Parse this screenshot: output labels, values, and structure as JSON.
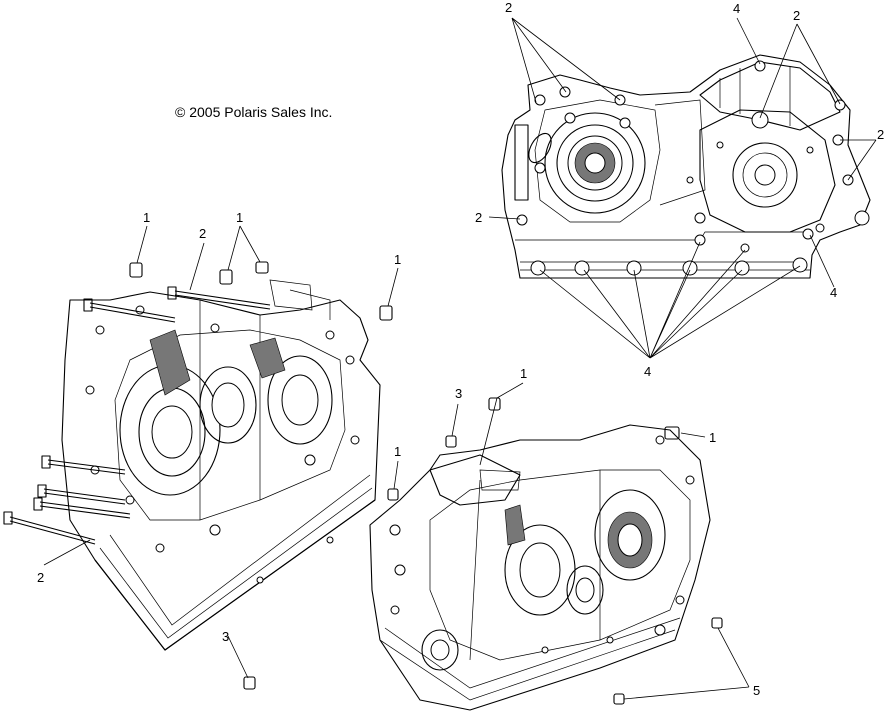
{
  "copyright": "© 2005 Polaris Sales Inc.",
  "callouts": [
    {
      "id": "c1a",
      "text": "2"
    },
    {
      "id": "c1b",
      "text": "4"
    },
    {
      "id": "c1c",
      "text": "2"
    },
    {
      "id": "c1d",
      "text": "2"
    },
    {
      "id": "c1e",
      "text": "2"
    },
    {
      "id": "c1f",
      "text": "4"
    },
    {
      "id": "c1g",
      "text": "4"
    },
    {
      "id": "c2a",
      "text": "1"
    },
    {
      "id": "c2b",
      "text": "2"
    },
    {
      "id": "c2c",
      "text": "1"
    },
    {
      "id": "c2d",
      "text": "1"
    },
    {
      "id": "c2e",
      "text": "2"
    },
    {
      "id": "c2f",
      "text": "3"
    },
    {
      "id": "c3a",
      "text": "3"
    },
    {
      "id": "c3b",
      "text": "1"
    },
    {
      "id": "c3c",
      "text": "1"
    },
    {
      "id": "c3d",
      "text": "1"
    },
    {
      "id": "c3e",
      "text": "5"
    }
  ]
}
